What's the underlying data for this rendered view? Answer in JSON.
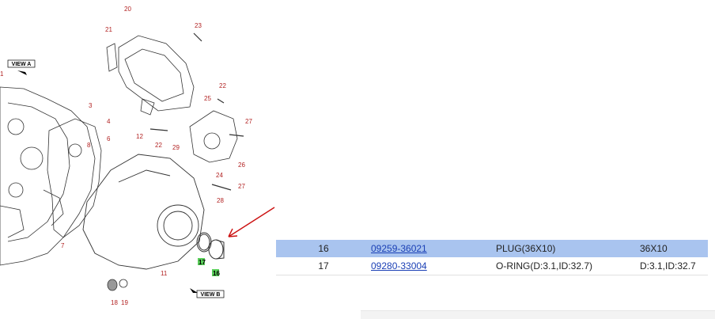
{
  "diagram": {
    "view_a_label": "VIEW A",
    "view_b_label": "VIEW B",
    "callouts": [
      "20",
      "21",
      "23",
      "22",
      "25",
      "27",
      "3",
      "4",
      "12",
      "6",
      "8",
      "22",
      "29",
      "26",
      "24",
      "27",
      "28",
      "7",
      "11",
      "17",
      "16",
      "18",
      "19",
      "1"
    ]
  },
  "parts_table": {
    "rows": [
      {
        "no": "16",
        "code": "09259-36021",
        "name": "PLUG(36X10)",
        "size": "36X10",
        "highlighted": true
      },
      {
        "no": "17",
        "code": "09280-33004",
        "name": "O-RING(D:3.1,ID:32.7)",
        "size": "D:3.1,ID:32.7",
        "highlighted": false
      }
    ]
  },
  "colors": {
    "highlight_row": "#a9c4ef",
    "link": "#1a3fb5",
    "callout": "#b22222",
    "arrow": "#cc1111",
    "green_badge": "#5ad05a"
  }
}
